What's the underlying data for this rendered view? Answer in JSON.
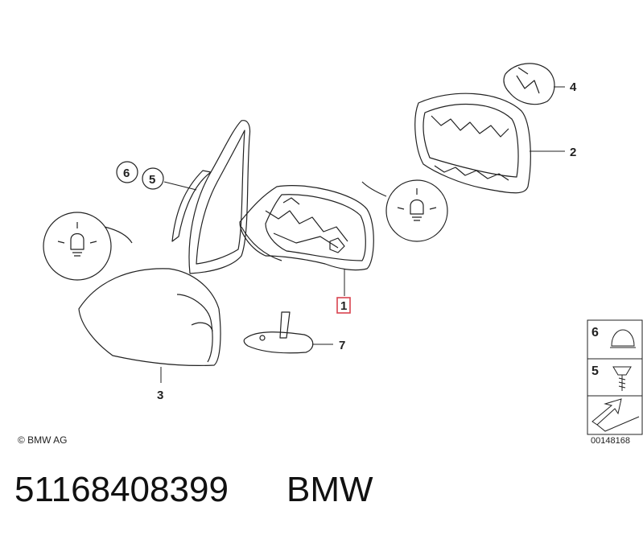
{
  "callouts": {
    "c1": "1",
    "c2": "2",
    "c3": "3",
    "c4": "4",
    "c5": "5",
    "c6": "6",
    "c7": "7"
  },
  "side_panel": {
    "label_top": "6",
    "label_bottom": "5"
  },
  "copyright": "© BMW AG",
  "figure_code": "00148168",
  "part_number": "51168408399",
  "brand": "BMW",
  "colors": {
    "highlight_box": "#d9434f",
    "line": "#222222"
  }
}
